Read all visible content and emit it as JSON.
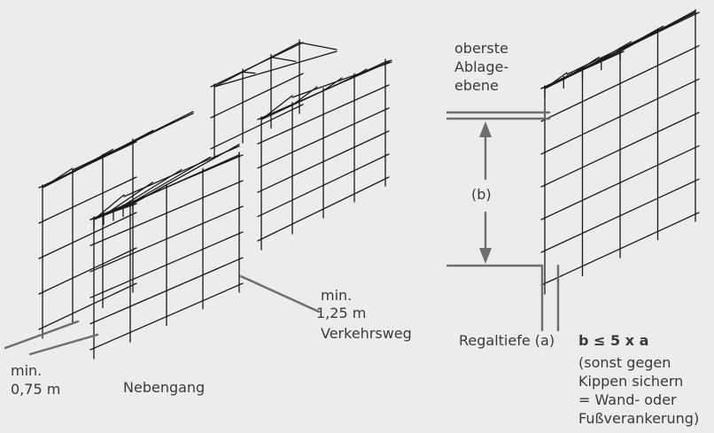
{
  "labels": {
    "left_aisle": [
      "min.",
      "0,75 m"
    ],
    "side_aisle": "Nebengang",
    "main_aisle": [
      "min.",
      "1,25 m",
      "Verkehrsweg"
    ],
    "top_level": [
      "oberste",
      "Ablage-",
      "ebene"
    ],
    "height_b": "(b)",
    "rack_depth": "Regaltiefe (a)",
    "rule_formula": "b ≤ 5 x a",
    "rule_note": [
      "(sonst gegen",
      "Kippen sichern",
      "= Wand- oder",
      "Fußverankerung)"
    ]
  },
  "colors": {
    "background": "#ececec",
    "ink": "#1a1a1a",
    "leader": "#6e6e6e",
    "text": "#3a3a3a"
  }
}
